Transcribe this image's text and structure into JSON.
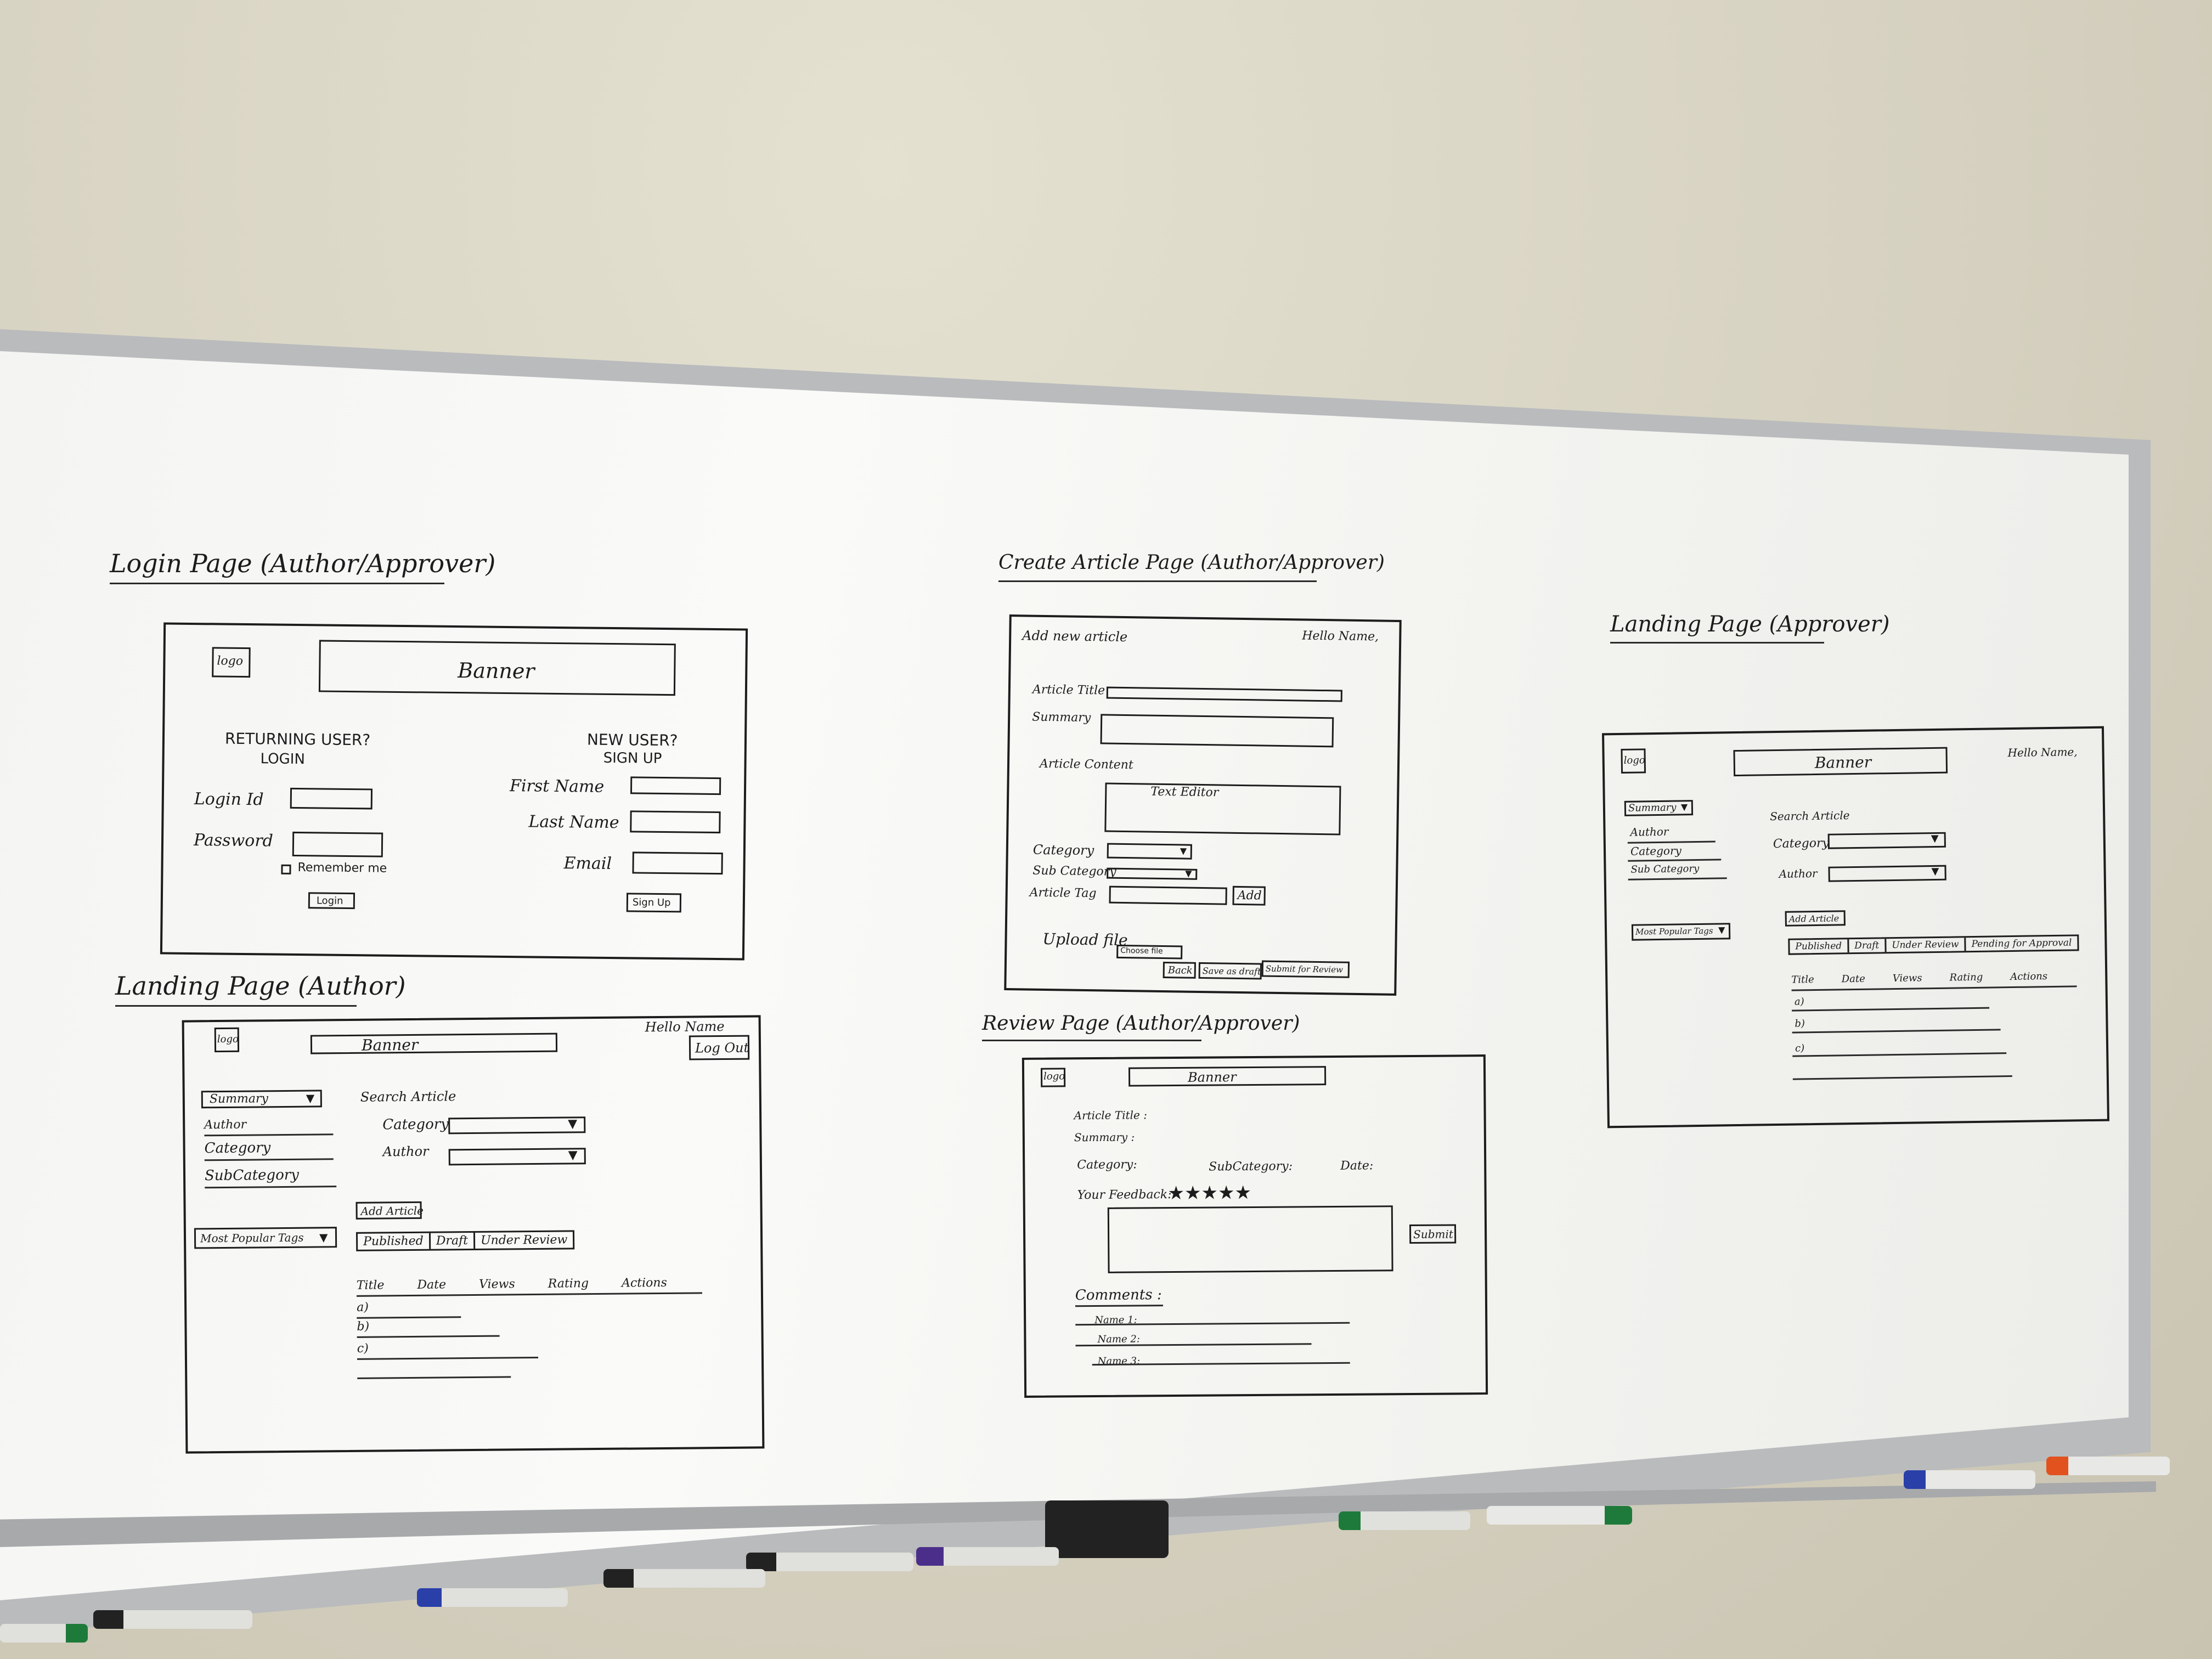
{
  "login": {
    "title": "Login Page (Author/Approver)",
    "logo": "logo",
    "banner": "Banner",
    "returning": "RETURNING USER?",
    "login_heading": "LOGIN",
    "login_id": "Login Id",
    "password": "Password",
    "remember": "Remember me",
    "login_btn": "Login",
    "new_user": "NEW USER?",
    "sign_up_heading": "SIGN UP",
    "first_name": "First Name",
    "last_name": "Last Name",
    "email": "Email",
    "signup_btn": "Sign Up"
  },
  "landing_author": {
    "title": "Landing Page (Author)",
    "logo": "logo",
    "banner": "Banner",
    "hello": "Hello Name",
    "logout": "Log Out",
    "summary": "Summary",
    "author": "Author",
    "category": "Category",
    "subcategory": "SubCategory",
    "search": "Search Article",
    "f_category": "Category",
    "f_author": "Author",
    "popular": "Most Popular Tags",
    "add_article": "Add Article",
    "tabs": [
      "Published",
      "Draft",
      "Under Review"
    ],
    "headers": [
      "Title",
      "Date",
      "Views",
      "Rating",
      "Actions"
    ],
    "rows": [
      "a)",
      "b)",
      "c)"
    ]
  },
  "create": {
    "title": "Create Article Page (Author/Approver)",
    "add_new": "Add new article",
    "hello": "Hello Name,",
    "article_title": "Article Title",
    "summary": "Summary",
    "content": "Article Content",
    "text_editor": "Text Editor",
    "category": "Category",
    "subcategory": "Sub Category",
    "tag": "Article Tag",
    "add": "Add",
    "upload": "Upload file",
    "choose": "Choose file",
    "back": "Back",
    "save": "Save as draft",
    "submit": "Submit for Review"
  },
  "review": {
    "title": "Review Page (Author/Approver)",
    "logo": "logo",
    "banner": "Banner",
    "article_title": "Article Title :",
    "summary": "Summary :",
    "category": "Category:",
    "subcategory": "SubCategory:",
    "date": "Date:",
    "feedback": "Your Feedback:",
    "stars": "★★★★★",
    "submit": "Submit",
    "comments": "Comments :",
    "names": [
      "Name 1:",
      "Name 2:",
      "Name 3:"
    ]
  },
  "landing_approver": {
    "title": "Landing Page (Approver)",
    "logo": "logo",
    "banner": "Banner",
    "hello": "Hello Name,",
    "summary": "Summary",
    "author": "Author",
    "category": "Category",
    "subcategory": "Sub Category",
    "search": "Search Article",
    "f_category": "Category",
    "f_author": "Author",
    "popular": "Most Popular Tags",
    "add_article": "Add Article",
    "tabs": [
      "Published",
      "Draft",
      "Under Review",
      "Pending for Approval"
    ],
    "headers": [
      "Title",
      "Date",
      "Views",
      "Rating",
      "Actions"
    ],
    "rows": [
      "a)",
      "b)",
      "c)"
    ]
  },
  "colors": {
    "wall": "#d6d1c0",
    "board": "#f6f6f4",
    "ink": "#1c1c1c",
    "frame": "#b9bbbd"
  }
}
